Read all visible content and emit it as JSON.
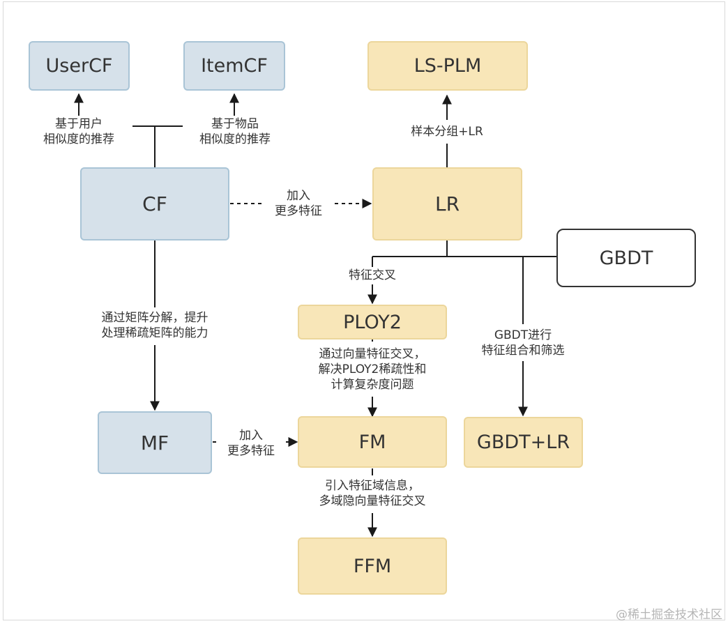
{
  "colors": {
    "cf_family_fill": "#d6e1ea",
    "cf_family_border": "#a9c4d6",
    "lr_family_fill": "#f8e6b8",
    "lr_family_border": "#ecd69b",
    "gbdt_border": "#333333",
    "line": "#1a1a1a"
  },
  "nodes": {
    "usercf": "UserCF",
    "itemcf": "ItemCF",
    "lsplm": "LS-PLM",
    "cf": "CF",
    "lr": "LR",
    "gbdt": "GBDT",
    "ploy2": "PLOY2",
    "mf": "MF",
    "fm": "FM",
    "gbdt_lr": "GBDT+LR",
    "ffm": "FFM"
  },
  "labels": {
    "usercf_edge": [
      "基于用户",
      "相似度的推荐"
    ],
    "itemcf_edge": [
      "基于物品",
      "相似度的推荐"
    ],
    "lsplm_edge": [
      "样本分组+LR"
    ],
    "cf_lr_edge": [
      "加入",
      "更多特征"
    ],
    "cf_mf_edge": [
      "通过矩阵分解，提升",
      "处理稀疏矩阵的能力"
    ],
    "lr_ploy2_edge": [
      "特征交叉"
    ],
    "gbdt_edge": [
      "GBDT进行",
      "特征组合和筛选"
    ],
    "ploy2_fm_edge": [
      "通过向量特征交叉，",
      "解决PLOY2稀疏性和",
      "计算复杂度问题"
    ],
    "mf_fm_edge": [
      "加入",
      "更多特征"
    ],
    "fm_ffm_edge": [
      "引入特征域信息，",
      "多域隐向量特征交叉"
    ]
  },
  "watermark": "@稀土掘金技术社区"
}
